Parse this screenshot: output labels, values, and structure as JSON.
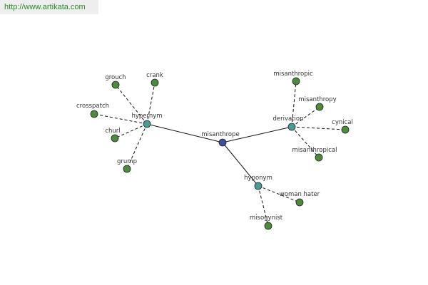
{
  "header": {
    "url": "http://www.artikata.com"
  },
  "colors": {
    "root": "#3b4f9a",
    "relation": "#4a9a96",
    "leaf": "#4e8a3e",
    "stroke": "#222222",
    "url": "#2a8a2a"
  },
  "graph": {
    "root": {
      "label": "misanthrope"
    },
    "relations": [
      {
        "label": "hypernym",
        "leaves": [
          "grouch",
          "crank",
          "crosspatch",
          "churl",
          "grump"
        ]
      },
      {
        "label": "derivation",
        "leaves": [
          "misanthropic",
          "misanthropy",
          "cynical",
          "misanthropical"
        ]
      },
      {
        "label": "hyponym",
        "leaves": [
          "woman hater",
          "misogynist"
        ]
      }
    ]
  }
}
